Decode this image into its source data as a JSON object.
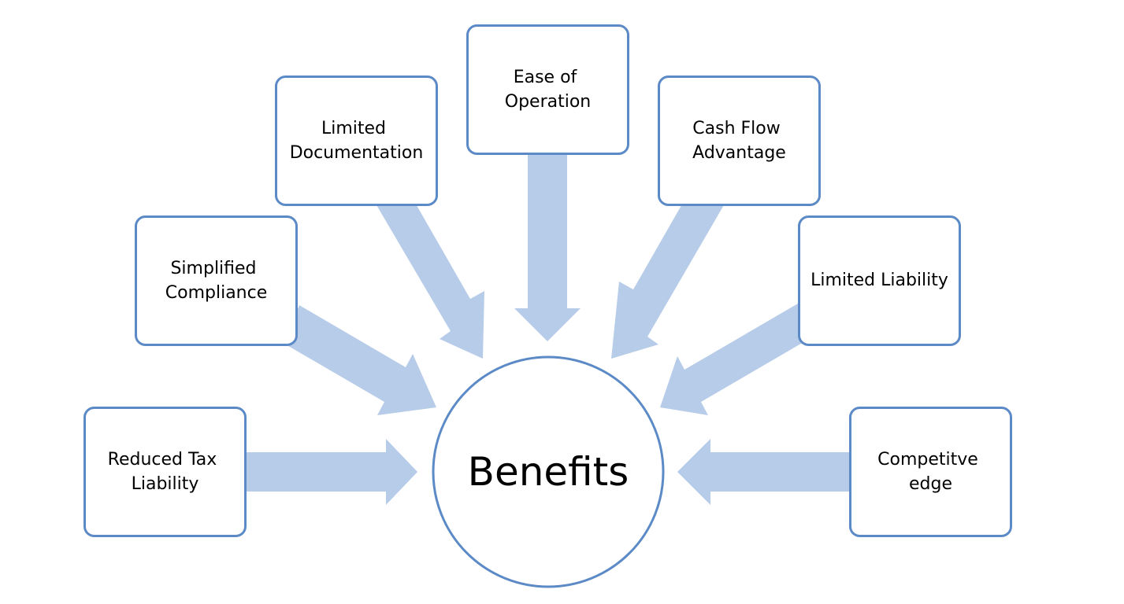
{
  "colors": {
    "box_border": "#5b8ac6",
    "box_fill": "#ffffff",
    "arrow_fill": "#b7cce9",
    "text": "#000000"
  },
  "center": {
    "label": "Benefits"
  },
  "benefits": [
    {
      "id": "reduced-tax-liability",
      "lines": [
        "Reduced Tax",
        "Liability"
      ]
    },
    {
      "id": "simplified-compliance",
      "lines": [
        "Simplified",
        "Compliance"
      ]
    },
    {
      "id": "limited-documentation",
      "lines": [
        "Limited",
        "Documentation"
      ]
    },
    {
      "id": "ease-of-operation",
      "lines": [
        "Ease of",
        "Operation"
      ]
    },
    {
      "id": "cash-flow-advantage",
      "lines": [
        "Cash Flow",
        "Advantage"
      ]
    },
    {
      "id": "limited-liability",
      "lines": [
        "Limited Liability"
      ]
    },
    {
      "id": "competitive-edge",
      "lines": [
        "Competitve",
        "edge"
      ]
    }
  ]
}
